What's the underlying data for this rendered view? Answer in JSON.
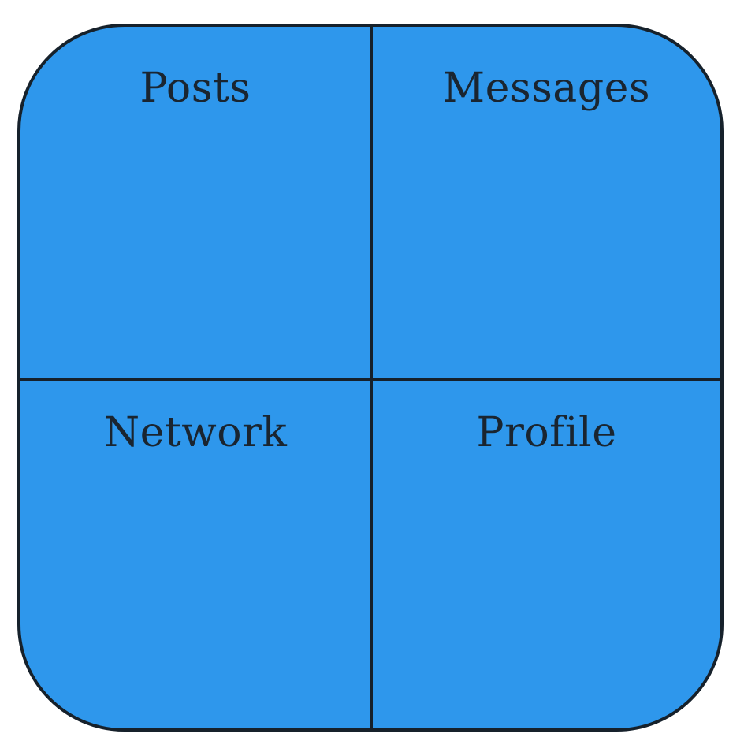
{
  "menu": {
    "fill_color": "#2e97ec",
    "border_color": "#16212b",
    "text_color": "#1a2530",
    "tiles": [
      {
        "id": "posts",
        "label": "Posts"
      },
      {
        "id": "messages",
        "label": "Messages"
      },
      {
        "id": "network",
        "label": "Network"
      },
      {
        "id": "profile",
        "label": "Profile"
      }
    ]
  }
}
